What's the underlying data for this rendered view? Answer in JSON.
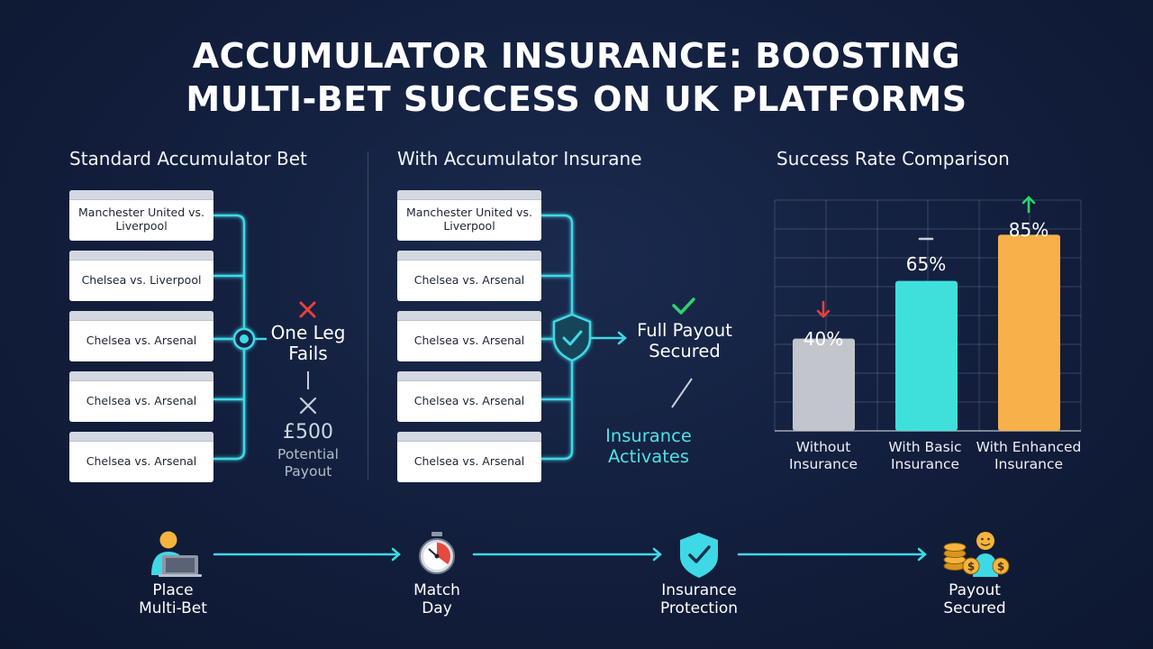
{
  "title_line1": "ACCUMULATOR INSURANCE: BOOSTING",
  "title_line2": "MULTI-BET SUCCESS ON UK PLATFORMS",
  "standard": {
    "heading": "Standard Accumulator Bet",
    "cards": [
      "Manchester United vs. Liverpool",
      "Chelsea vs. Liverpool",
      "Chelsea vs. Arsenal",
      "Chelsea vs. Arsenal",
      "Chelsea vs. Arsenal"
    ],
    "fail_line1": "One Leg",
    "fail_line2": "Fails",
    "amount": "£500",
    "payout_line1": "Potential",
    "payout_line2": "Payout"
  },
  "insured": {
    "heading": "With Accumulator Insurane",
    "cards": [
      "Manchester United vs. Liverpool",
      "Chelsea vs. Arsenal",
      "Chelsea vs. Arsenal",
      "Chelsea vs. Arsenal",
      "Chelsea vs. Arsenal"
    ],
    "secured_line1": "Full Payout",
    "secured_line2": "Secured",
    "activates_line1": "Insurance",
    "activates_line2": "Activates"
  },
  "chart_heading": "Success Rate Comparison",
  "chart_data": {
    "type": "bar",
    "title": "Success Rate Comparison",
    "categories": [
      "Without Insurance",
      "With Basic Insurance",
      "With Enhanced Insurance"
    ],
    "category_lines": [
      [
        "Without",
        "Insurance"
      ],
      [
        "With Basic",
        "Insurance"
      ],
      [
        "With Enhanced",
        "Insurance"
      ]
    ],
    "values": [
      40,
      65,
      85
    ],
    "value_labels": [
      "40%",
      "65%",
      "85%"
    ],
    "trend_markers": [
      "down",
      "neutral",
      "up"
    ],
    "ylim": [
      0,
      100
    ],
    "grid": true,
    "colors": [
      "#c2c5cb",
      "#3fe0dc",
      "#f7b04a"
    ]
  },
  "flow": {
    "steps": [
      {
        "line1": "Place",
        "line2": "Multi-Bet",
        "icon": "person-laptop-icon"
      },
      {
        "line1": "Match",
        "line2": "Day",
        "icon": "stopwatch-icon"
      },
      {
        "line1": "Insurance",
        "line2": "Protection",
        "icon": "shield-check-icon"
      },
      {
        "line1": "Payout",
        "line2": "Secured",
        "icon": "coins-smile-icon"
      }
    ]
  },
  "colors": {
    "background": "#121e3c",
    "accent_cyan": "#3fd8e6",
    "fail_red": "#e8413c",
    "success_green": "#2fd36a",
    "bar_gray": "#c2c5cb",
    "bar_cyan": "#3fe0dc",
    "bar_orange": "#f7b04a"
  }
}
